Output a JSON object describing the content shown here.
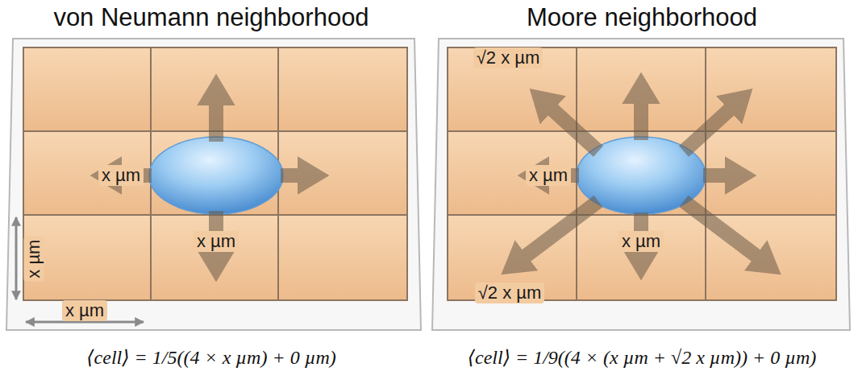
{
  "diagram": {
    "nodes": [
      {
        "text": [
          "von Neumann neighborhood",
          "⟨cell⟩ = 1/5((4 × x µm) + 0 µm)"
        ]
      },
      {
        "text": [
          "Moore neighborhood",
          "⟨cell⟩ = 1/9((4 × (x µm + √2 x µm)) + 0 µm)"
        ]
      }
    ],
    "labels": [
      "x µm",
      "x µm",
      "x µm",
      "x µm",
      "√2 x µm",
      "x µm",
      "x µm",
      "√2 x µm"
    ]
  }
}
